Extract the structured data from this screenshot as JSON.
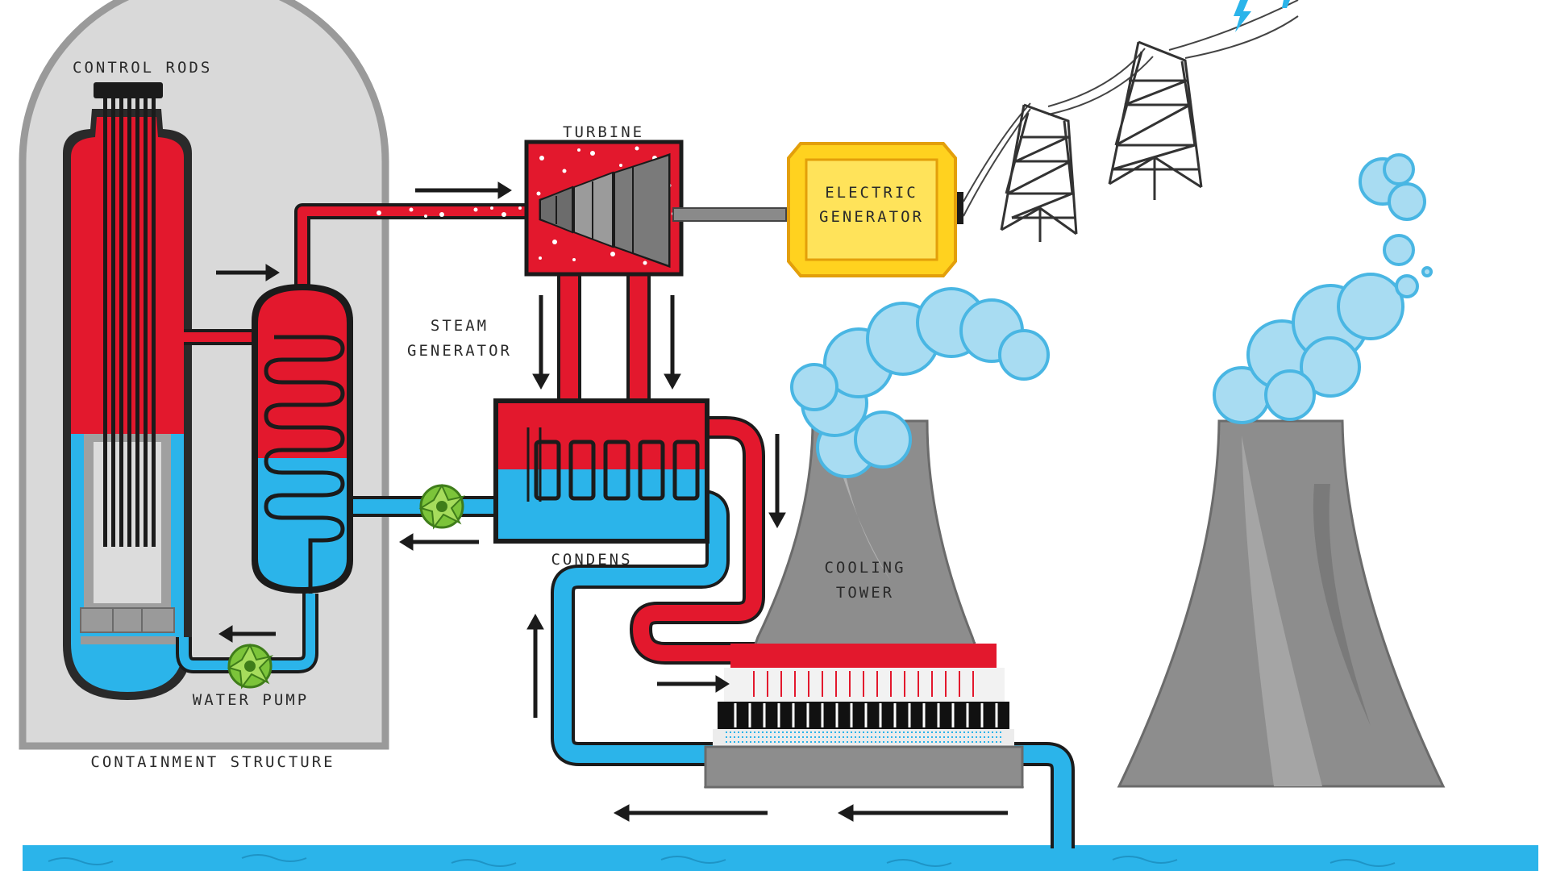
{
  "labels": {
    "control_rods": "CONTROL RODS",
    "turbine": "TURBINE",
    "electric_generator_line1": "ELECTRIC",
    "electric_generator_line2": "GENERATOR",
    "steam_generator_line1": "STEAM",
    "steam_generator_line2": "GENERATOR",
    "condens": "CONDENS",
    "cooling_tower_line1": "COOLING",
    "cooling_tower_line2": "TOWER",
    "water_pump": "WATER PUMP",
    "containment_structure": "CONTAINMENT STRUCTURE"
  },
  "colors": {
    "hot": "#e3182d",
    "cold": "#2bb4ea",
    "containment": "#d6d6d6",
    "generator": "#ffd21f",
    "tower": "#8d8d8d",
    "steam": "#a8dcf2",
    "pump": "#7cc43a"
  }
}
